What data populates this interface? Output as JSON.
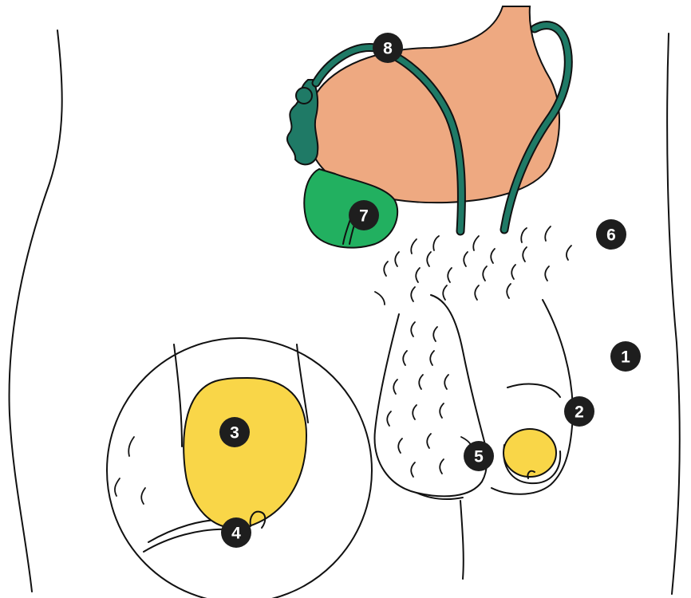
{
  "colors": {
    "bladder": "#eea981",
    "duct": "#1f7a66",
    "seminal_vesicle": "#1f7a66",
    "prostate": "#22b060",
    "testis": "#f9d648",
    "outline": "#111111",
    "marker": "#1e1e1e"
  },
  "markers": [
    {
      "id": "1",
      "label": "1"
    },
    {
      "id": "2",
      "label": "2"
    },
    {
      "id": "3",
      "label": "3"
    },
    {
      "id": "4",
      "label": "4"
    },
    {
      "id": "5",
      "label": "5"
    },
    {
      "id": "6",
      "label": "6"
    },
    {
      "id": "7",
      "label": "7"
    },
    {
      "id": "8",
      "label": "8"
    }
  ]
}
